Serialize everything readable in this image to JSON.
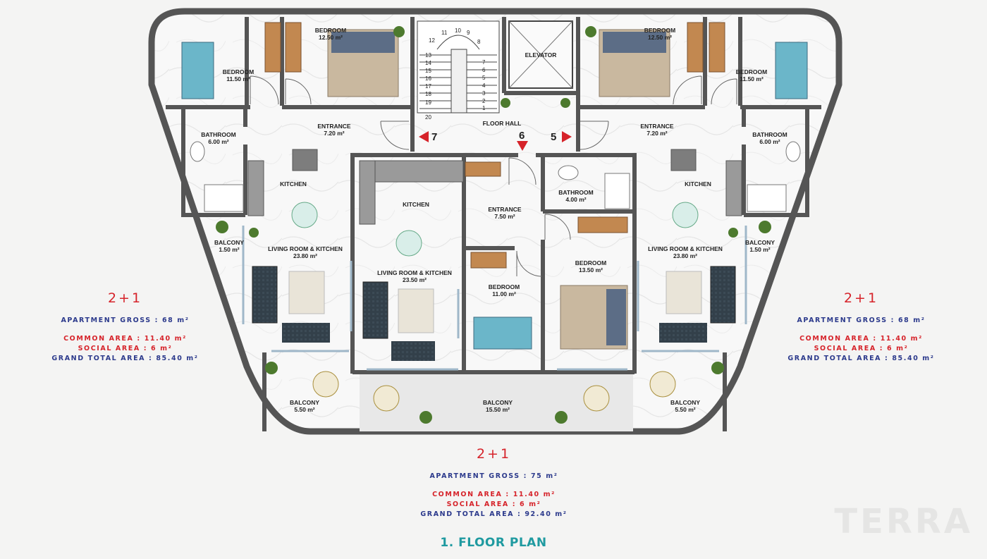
{
  "plan": {
    "stairs_numbers": [
      "11",
      "10",
      "9",
      "12",
      "8",
      "13",
      "7",
      "14",
      "6",
      "15",
      "5",
      "16",
      "4",
      "17",
      "3",
      "18",
      "2",
      "19",
      "1",
      "20"
    ],
    "elevator": "ELEVATOR",
    "floor_hall": "FLOOR HALL",
    "door_numbers": [
      "7",
      "6",
      "5"
    ],
    "left_unit": {
      "bedroom_a": {
        "name": "BEDROOM",
        "area": "11.50 m²"
      },
      "bedroom_b": {
        "name": "BEDROOM",
        "area": "12.50 m²"
      },
      "entrance": {
        "name": "ENTRANCE",
        "area": "7.20 m²"
      },
      "bathroom": {
        "name": "BATHROOM",
        "area": "6.00 m²"
      },
      "kitchen": "KITCHEN",
      "living": {
        "name": "LIVING ROOM & KITCHEN",
        "area": "23.80 m²"
      },
      "balcony_side": {
        "name": "BALCONY",
        "area": "1.50 m²"
      },
      "balcony": {
        "name": "BALCONY",
        "area": "5.50 m²"
      }
    },
    "center_unit": {
      "kitchen": "KITCHEN",
      "living": {
        "name": "LIVING ROOM & KITCHEN",
        "area": "23.50 m²"
      },
      "entrance": {
        "name": "ENTRANCE",
        "area": "7.50 m²"
      },
      "bathroom": {
        "name": "BATHROOM",
        "area": "4.00 m²"
      },
      "bedroom_a": {
        "name": "BEDROOM",
        "area": "11.00 m²"
      },
      "bedroom_b": {
        "name": "BEDROOM",
        "area": "13.50 m²"
      },
      "balcony": {
        "name": "BALCONY",
        "area": "15.50 m²"
      }
    },
    "right_unit": {
      "bedroom_a": {
        "name": "BEDROOM",
        "area": "12.50 m²"
      },
      "bedroom_b": {
        "name": "BEDROOM",
        "area": "11.50 m²"
      },
      "entrance": {
        "name": "ENTRANCE",
        "area": "7.20 m²"
      },
      "bathroom": {
        "name": "BATHROOM",
        "area": "6.00 m²"
      },
      "kitchen": "KITCHEN",
      "living": {
        "name": "LIVING ROOM & KITCHEN",
        "area": "23.80 m²"
      },
      "balcony_side": {
        "name": "BALCONY",
        "area": "1.50 m²"
      },
      "balcony": {
        "name": "BALCONY",
        "area": "5.50 m²"
      }
    }
  },
  "info_left": {
    "type": "2+1",
    "gross": "APARTMENT GROSS : 68 m²",
    "common": "COMMON AREA : 11.40 m²",
    "social": "SOCIAL AREA : 6 m²",
    "total": "GRAND TOTAL AREA : 85.40 m²"
  },
  "info_right": {
    "type": "2+1",
    "gross": "APARTMENT GROSS : 68 m²",
    "common": "COMMON AREA : 11.40 m²",
    "social": "SOCIAL AREA : 6 m²",
    "total": "GRAND TOTAL AREA : 85.40 m²"
  },
  "info_center": {
    "type": "2+1",
    "gross": "APARTMENT GROSS : 75 m²",
    "common": "COMMON AREA : 11.40 m²",
    "social": "SOCIAL AREA : 6 m²",
    "total": "GRAND TOTAL AREA : 92.40 m²"
  },
  "title": "1. FLOOR PLAN",
  "watermark": "TERRA",
  "colors": {
    "wall": "#555555",
    "floor": "#f7f7f7",
    "balcony_floor": "#e9e9e9",
    "red_marker": "#d6232a",
    "blue_text": "#2c3a8c",
    "title_teal": "#1f9aa0"
  }
}
